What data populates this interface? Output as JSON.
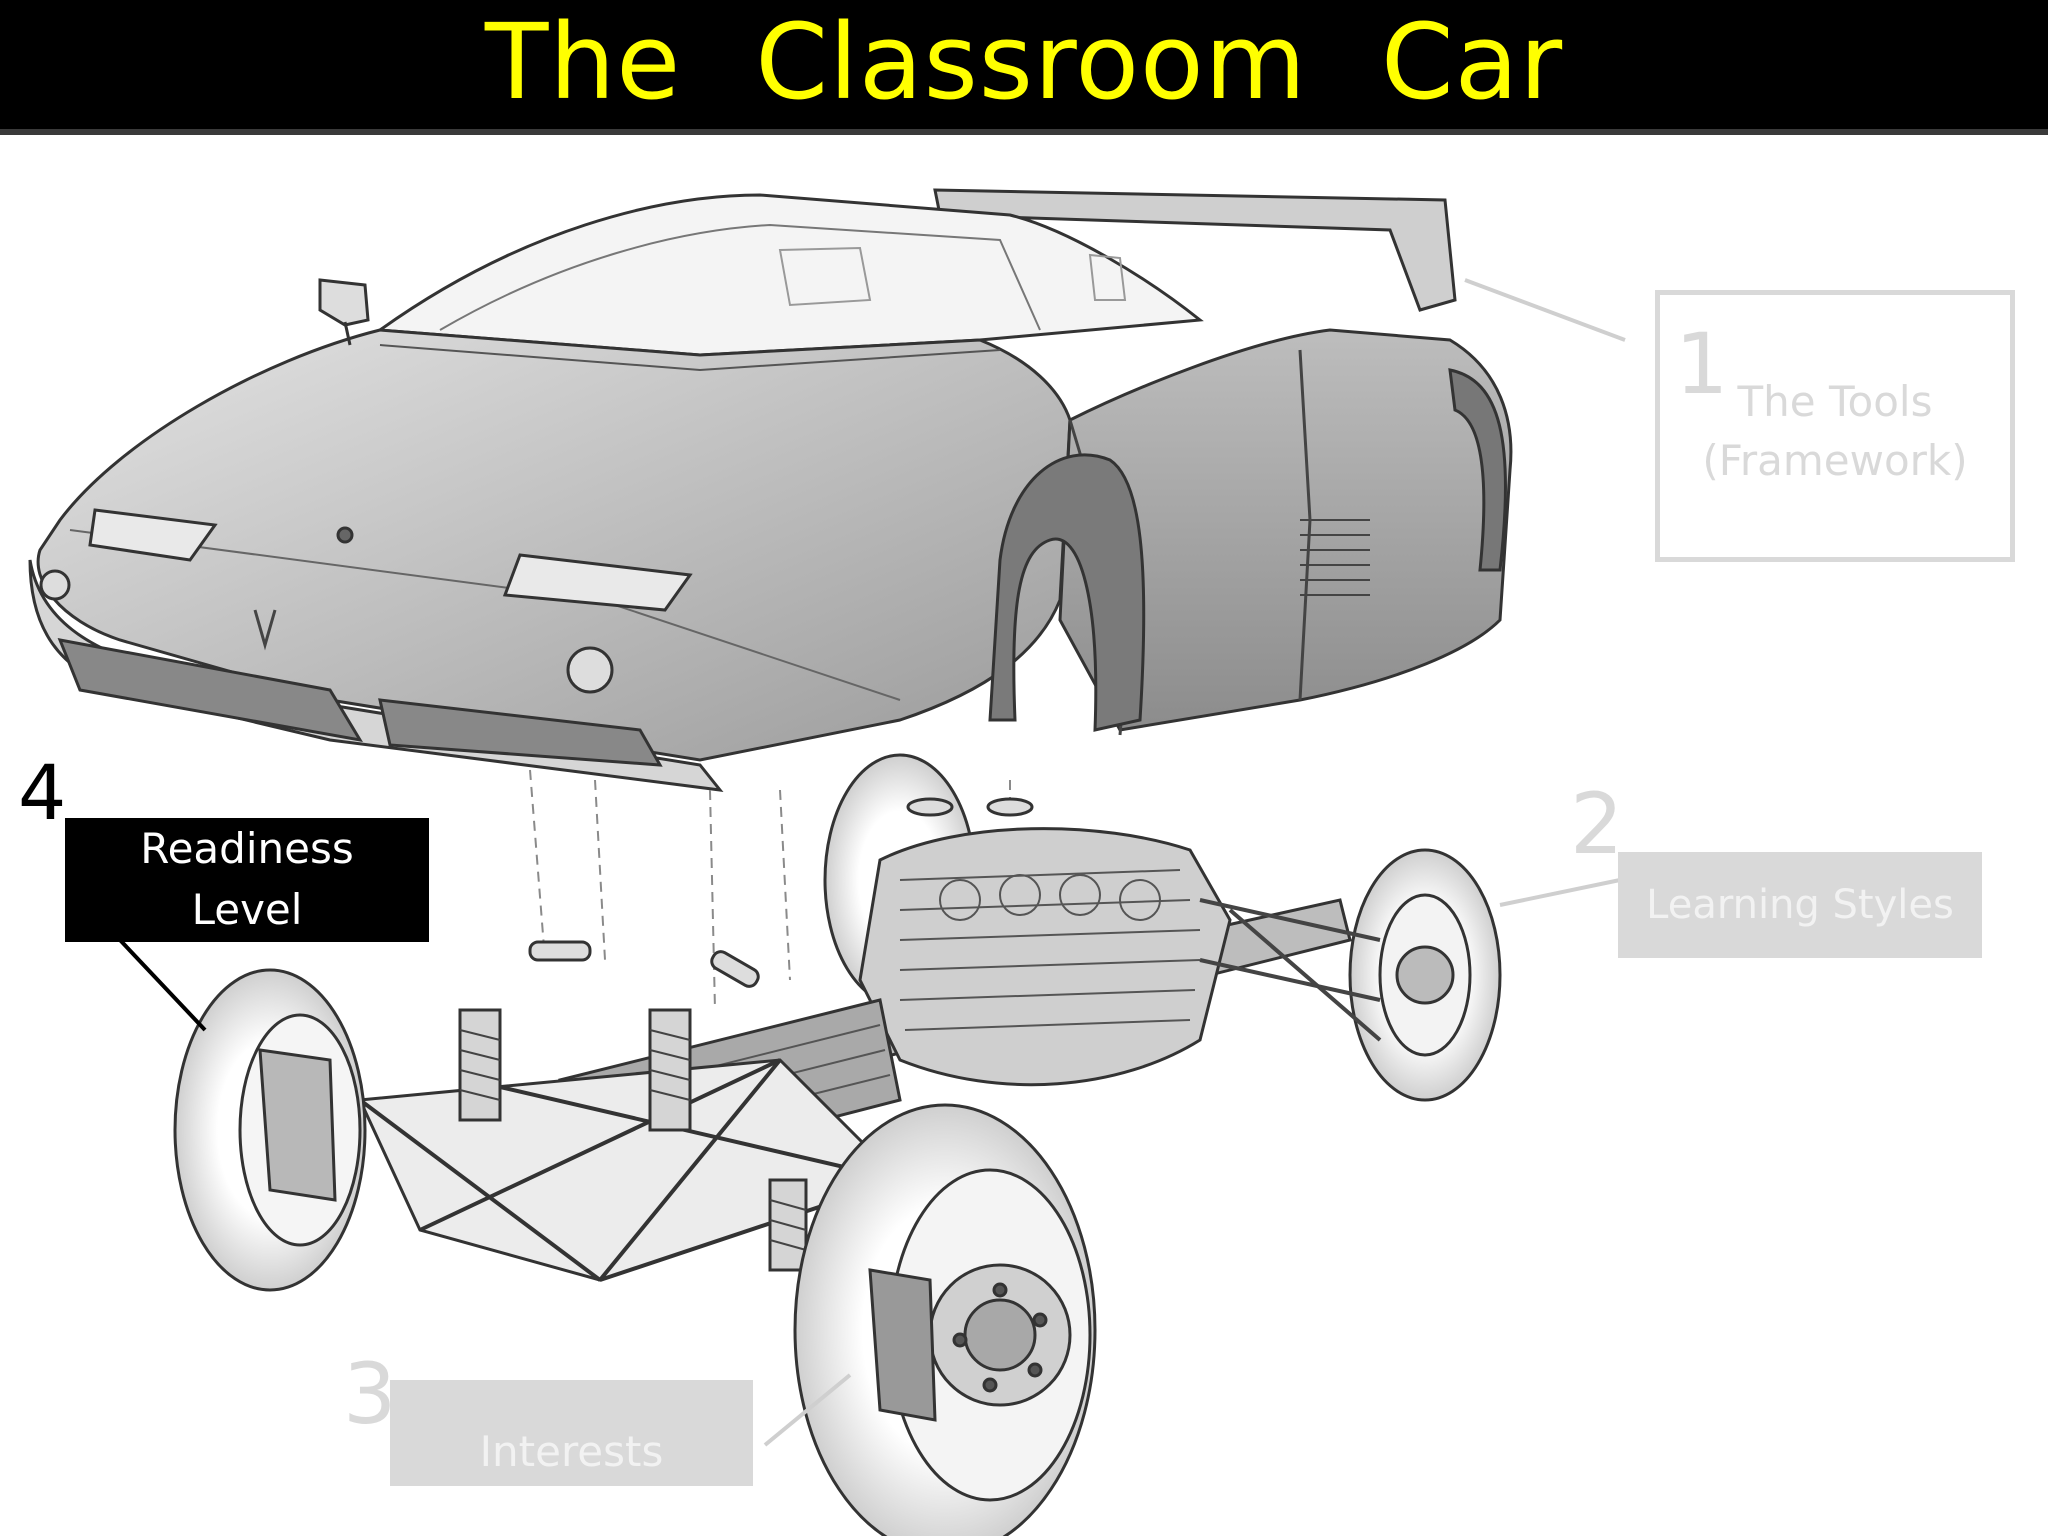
{
  "title": "The  Classroom  Car",
  "colors": {
    "title_bg": "#000000",
    "title_text": "#ffff00",
    "gray_label_bg": "#d9d9d9",
    "gray_label_text": "#f2f2f2",
    "outline_gray": "#d9d9d9",
    "faint_number": "#d9d9d9",
    "dark_label_bg": "#000000",
    "dark_label_text": "#ffffff"
  },
  "labels": [
    {
      "number": "1",
      "lines": [
        "The Tools",
        "(Framework)"
      ]
    },
    {
      "number": "2",
      "lines": [
        "Learning Styles"
      ]
    },
    {
      "number": "3",
      "lines": [
        "Interests"
      ]
    },
    {
      "number": "4",
      "lines": [
        "Readiness",
        "Level"
      ]
    }
  ]
}
